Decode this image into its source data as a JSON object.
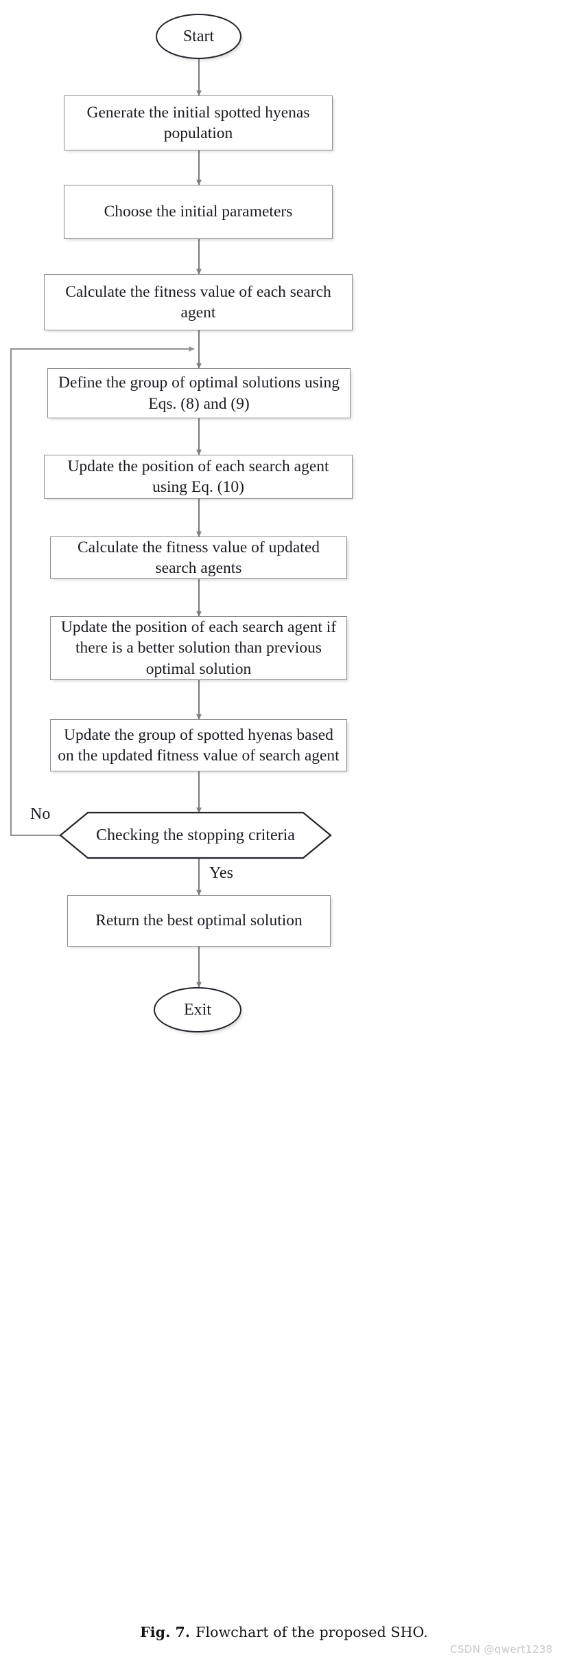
{
  "figure": {
    "caption_label": "Fig. 7.",
    "caption_text": "Flowchart of the proposed SHO.",
    "watermark": "CSDN @qwert1238"
  },
  "colors": {
    "process_border": "#888b90",
    "terminator_border": "#23232c",
    "decision_border": "#23232c",
    "connector": "#7a7d82",
    "loop_connector": "#8e9196",
    "text": "#1b1b24",
    "background": "#ffffff",
    "watermark": "#c9c9cd"
  },
  "chart_data": {
    "type": "diagram",
    "title": "Flowchart of the proposed SHO",
    "nodes": [
      {
        "id": "start",
        "shape": "terminator",
        "label": "Start"
      },
      {
        "id": "init-pop",
        "shape": "process",
        "label": "Generate the initial spotted hyenas population"
      },
      {
        "id": "params",
        "shape": "process",
        "label": "Choose the initial parameters"
      },
      {
        "id": "fitness",
        "shape": "process",
        "label": "Calculate the fitness value of each search agent"
      },
      {
        "id": "group",
        "shape": "process",
        "label": "Define the group of optimal solutions using Eqs. (8) and (9)"
      },
      {
        "id": "update-pos",
        "shape": "process",
        "label": "Update the position of each search agent using Eq. (10)"
      },
      {
        "id": "fitness-upd",
        "shape": "process",
        "label": "Calculate the fitness value of updated search agents"
      },
      {
        "id": "better",
        "shape": "process",
        "label": "Update the position of each search agent if there is a better solution than previous optimal solution"
      },
      {
        "id": "update-grp",
        "shape": "process",
        "label": "Update the group of spotted hyenas based on the updated fitness value of search agent"
      },
      {
        "id": "check",
        "shape": "decision",
        "label": "Checking the stopping criteria"
      },
      {
        "id": "return",
        "shape": "process",
        "label": "Return the best optimal solution"
      },
      {
        "id": "exit",
        "shape": "terminator",
        "label": "Exit"
      }
    ],
    "edges": [
      {
        "from": "start",
        "to": "init-pop",
        "label": ""
      },
      {
        "from": "init-pop",
        "to": "params",
        "label": ""
      },
      {
        "from": "params",
        "to": "fitness",
        "label": ""
      },
      {
        "from": "fitness",
        "to": "group",
        "label": ""
      },
      {
        "from": "group",
        "to": "update-pos",
        "label": ""
      },
      {
        "from": "update-pos",
        "to": "fitness-upd",
        "label": ""
      },
      {
        "from": "fitness-upd",
        "to": "better",
        "label": ""
      },
      {
        "from": "better",
        "to": "update-grp",
        "label": ""
      },
      {
        "from": "update-grp",
        "to": "check",
        "label": ""
      },
      {
        "from": "check",
        "to": "group",
        "label": "No"
      },
      {
        "from": "check",
        "to": "return",
        "label": "Yes"
      },
      {
        "from": "return",
        "to": "exit",
        "label": ""
      }
    ],
    "edge_labels": {
      "no": "No",
      "yes": "Yes"
    }
  },
  "nodes": {
    "start": {
      "label": "Start"
    },
    "init_pop": {
      "label": "Generate the initial spotted hyenas population"
    },
    "params": {
      "label": "Choose the initial parameters"
    },
    "fitness": {
      "label": "Calculate the fitness value of each search agent"
    },
    "group": {
      "label": "Define the group of optimal solutions using Eqs. (8) and (9)"
    },
    "update_pos": {
      "label": "Update the position of each search agent using Eq. (10)"
    },
    "fitness_upd": {
      "label": "Calculate the fitness value of updated search agents"
    },
    "better": {
      "label": "Update the position of each search agent if there is a better solution than previous optimal solution"
    },
    "update_grp": {
      "label": "Update the group of spotted hyenas based on the updated fitness value of search agent"
    },
    "check": {
      "label": "Checking the stopping criteria"
    },
    "return": {
      "label": "Return the best optimal solution"
    },
    "exit": {
      "label": "Exit"
    }
  },
  "labels": {
    "no": "No",
    "yes": "Yes"
  }
}
